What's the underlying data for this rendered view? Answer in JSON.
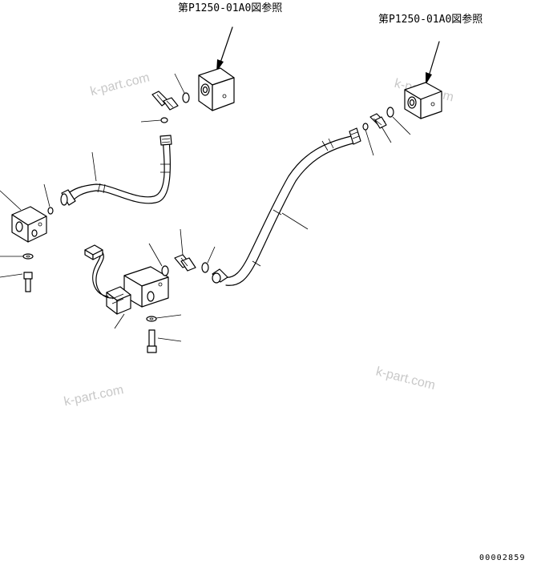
{
  "references": {
    "left": "第P1250-01A0図参照",
    "right": "第P1250-01A0図参照"
  },
  "watermarks": [
    "k-part.com",
    "k-part.com",
    "k-part.com",
    "k-part.com"
  ],
  "drawing_number": "00002859"
}
